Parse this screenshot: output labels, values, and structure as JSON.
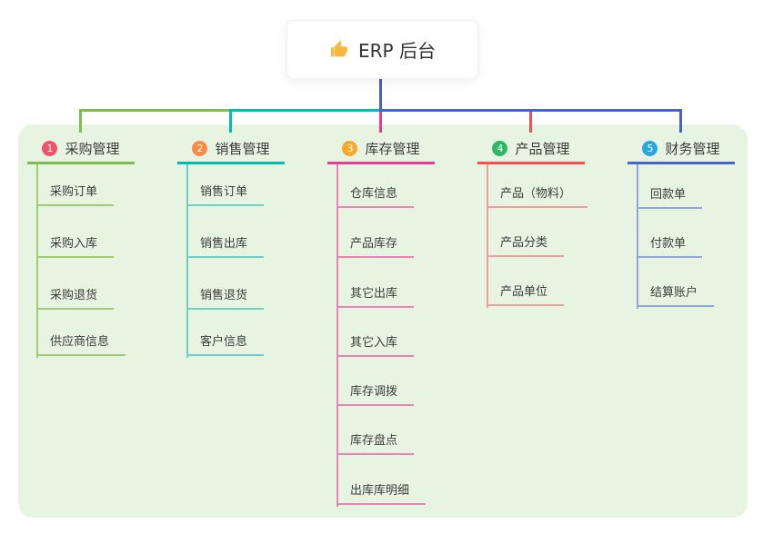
{
  "app": {
    "type": "mindmap",
    "panel_color": "#E8F4E2",
    "background_color": "#FFFFFF"
  },
  "root": {
    "label": "ERP 后台",
    "icon": "thumbs-up-icon",
    "icon_color": "#F5B93E",
    "connector_color": "#4A5FC9"
  },
  "branches": [
    {
      "number": "1",
      "label": "采购管理",
      "badge_color": "#F2536B",
      "line_color": "#7CBE50",
      "child_line_color": "#A0CC78",
      "children": [
        "采购订单",
        "采购入库",
        "采购退货",
        "供应商信息"
      ]
    },
    {
      "number": "2",
      "label": "销售管理",
      "badge_color": "#F78C42",
      "line_color": "#00BDB2",
      "child_line_color": "#6ECFC7",
      "children": [
        "销售订单",
        "销售出库",
        "销售退货",
        "客户信息"
      ]
    },
    {
      "number": "3",
      "label": "库存管理",
      "badge_color": "#F8A92B",
      "line_color": "#E83A96",
      "child_line_color": "#EE82BA",
      "children": [
        "仓库信息",
        "产品库存",
        "其它出库",
        "其它入库",
        "库存调拨",
        "库存盘点",
        "出库库明细"
      ]
    },
    {
      "number": "4",
      "label": "产品管理",
      "badge_color": "#2EB865",
      "line_color": "#FA4B51",
      "child_line_color": "#F59B9B",
      "children": [
        "产品（物料）",
        "产品分类",
        "产品单位"
      ]
    },
    {
      "number": "5",
      "label": "财务管理",
      "badge_color": "#2BA6DE",
      "line_color": "#4565CE",
      "child_line_color": "#90A5D9",
      "children": [
        "回款单",
        "付款单",
        "结算账户"
      ]
    }
  ]
}
